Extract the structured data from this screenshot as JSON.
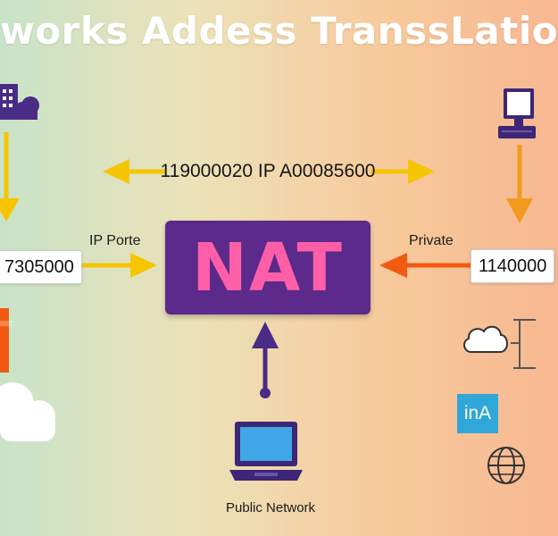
{
  "title": "works Addess TranssLatio",
  "diagram": {
    "top_address": "119000020 IP A00085600",
    "nat_label": "NAT",
    "left_label": "IP Porte",
    "right_label": "Private",
    "left_ip": "7305000",
    "right_ip": "1140000",
    "bottom_label": "Public Network",
    "service_label": "inA"
  },
  "colors": {
    "yellow_arrow": "#f5c600",
    "orange_arrow": "#f39a1e",
    "red_arrow": "#f25a12",
    "nat_box": "#5b2a8a",
    "nat_text": "#ff5fa8",
    "device": "#4a2c86",
    "service_tile": "#2fa7d9"
  },
  "icons": [
    "server-cloud-icon",
    "computer-icon",
    "laptop-icon",
    "cloud-icon",
    "globe-icon",
    "building-icon"
  ]
}
